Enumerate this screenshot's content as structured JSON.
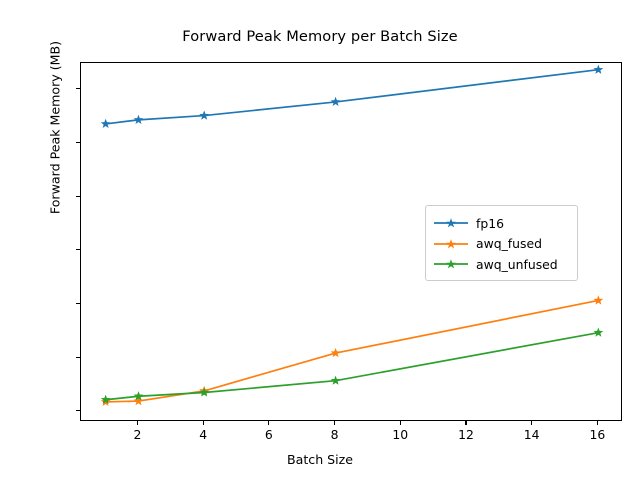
{
  "chart_data": {
    "type": "line",
    "title": "Forward Peak Memory per Batch Size",
    "xlabel": "Batch Size",
    "ylabel": "Forward Peak Memory (MB)",
    "x": [
      1,
      2,
      4,
      8,
      16
    ],
    "xlim": [
      0.25,
      16.75
    ],
    "ylim": [
      5620,
      19000
    ],
    "xticks": [
      2,
      4,
      6,
      8,
      10,
      12,
      14,
      16
    ],
    "yticks": [
      6000,
      8000,
      10000,
      12000,
      14000,
      16000,
      18000
    ],
    "grid": false,
    "legend_position": "center-right",
    "series": [
      {
        "name": "fp16",
        "color": "#1f77b4",
        "marker": "star",
        "values": [
          16730,
          16880,
          17040,
          17550,
          18750
        ]
      },
      {
        "name": "awq_fused",
        "color": "#ff7f0e",
        "marker": "star",
        "values": [
          6370,
          6400,
          6780,
          8190,
          10150
        ]
      },
      {
        "name": "awq_unfused",
        "color": "#2ca02c",
        "marker": "star",
        "values": [
          6450,
          6580,
          6720,
          7160,
          8950
        ]
      }
    ]
  },
  "legend": {
    "items": [
      {
        "label": "fp16"
      },
      {
        "label": "awq_fused"
      },
      {
        "label": "awq_unfused"
      }
    ]
  }
}
